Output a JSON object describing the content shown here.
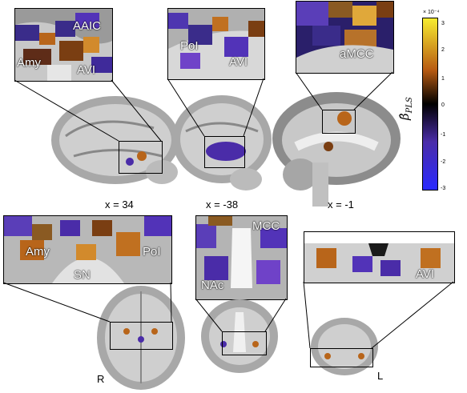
{
  "top_row": {
    "panel_a": {
      "labels": [
        "AAIC",
        "Amy",
        "AVI"
      ],
      "coord": "x = 34"
    },
    "panel_b": {
      "labels": [
        "PoI",
        "AVI"
      ],
      "coord": "x = -38"
    },
    "panel_c": {
      "labels": [
        "aMCC"
      ],
      "coord": "x = -1"
    }
  },
  "bottom_row": {
    "panel_d": {
      "labels": [
        "Amy",
        "PoI",
        "SN"
      ],
      "orient": "R"
    },
    "panel_e": {
      "labels": [
        "MCC",
        "NAc"
      ]
    },
    "panel_f": {
      "labels": [
        "AVI"
      ],
      "orient": "L"
    }
  },
  "colorbar": {
    "exponent": "× 10⁻⁴",
    "ticks": [
      "3",
      "2",
      "1",
      "0",
      "-1",
      "-2",
      "-3"
    ],
    "label": "β̂",
    "label_sub": "PLS",
    "colors": {
      "top": "#f7ec30",
      "mid_high": "#b85b12",
      "zero": "#000000",
      "mid_low": "#4a2ca8",
      "bottom": "#2a2aff"
    }
  }
}
